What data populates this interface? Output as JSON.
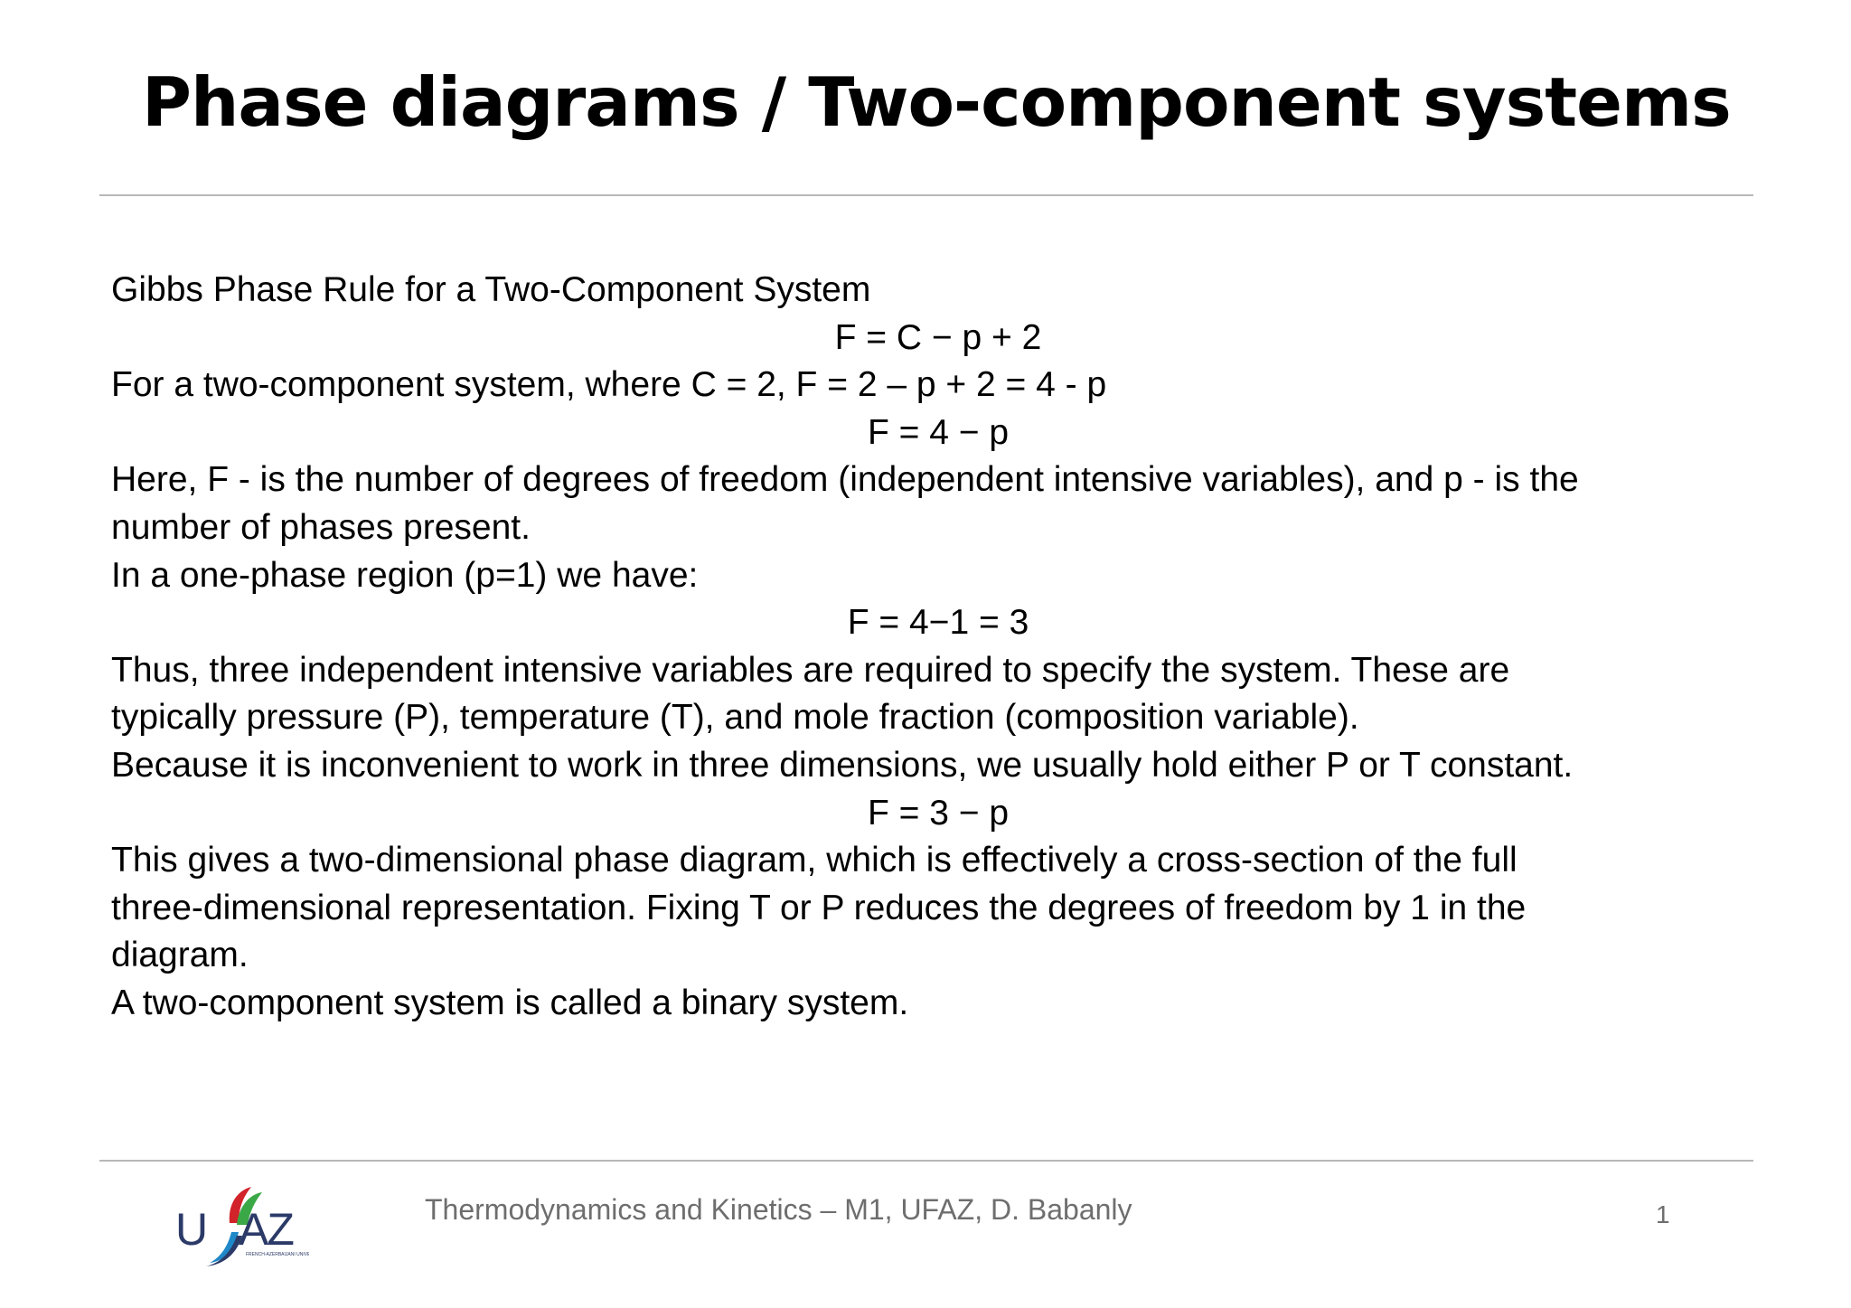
{
  "slide": {
    "title": "Phase diagrams / Two-component systems"
  },
  "content": {
    "lines": [
      {
        "text": "Gibbs Phase Rule for a Two-Component System",
        "align": "left"
      },
      {
        "text": "F = C − p + 2",
        "align": "center"
      },
      {
        "text": "For a two-component system, where C = 2, F = 2 – p + 2 = 4 - p",
        "align": "left"
      },
      {
        "text": "F = 4 − p",
        "align": "center"
      },
      {
        "text": "Here, F - is the number of degrees of freedom (independent intensive variables), and p - is the",
        "align": "left"
      },
      {
        "text": "number of phases present.",
        "align": "left"
      },
      {
        "text": "In a one-phase region (p=1) we have:",
        "align": "left"
      },
      {
        "text": "F = 4−1 = 3",
        "align": "center"
      },
      {
        "text": "Thus, three independent intensive variables are required to specify the system. These are",
        "align": "left"
      },
      {
        "text": "typically pressure (P), temperature (T), and mole fraction (composition variable).",
        "align": "left"
      },
      {
        "text": "Because it is inconvenient to work in three dimensions, we usually hold either P or T constant.",
        "align": "left"
      },
      {
        "text": "F = 3 − p",
        "align": "center"
      },
      {
        "text": "This gives a two-dimensional phase diagram, which is effectively a cross-section of the full",
        "align": "left"
      },
      {
        "text": "three-dimensional representation. Fixing T or P reduces the degrees of freedom by 1 in the",
        "align": "left"
      },
      {
        "text": "diagram.",
        "align": "left"
      },
      {
        "text": "A two-component system is called a binary system.",
        "align": "left"
      }
    ]
  },
  "footer": {
    "logo_text": "UFAZ",
    "logo_subtext": "FRENCH-AZERBAIJANI UNIVERSITY",
    "course": "Thermodynamics and Kinetics – M1, UFAZ,  D. Babanly",
    "page_number": "1"
  },
  "colors": {
    "title": "#000000",
    "body": "#000000",
    "footer": "#6e6e6e",
    "rule": "#b8b8b8",
    "logo_navy": "#2b3a67",
    "logo_red": "#d2232a",
    "logo_green": "#3aa846",
    "logo_blue": "#1e88c9"
  }
}
